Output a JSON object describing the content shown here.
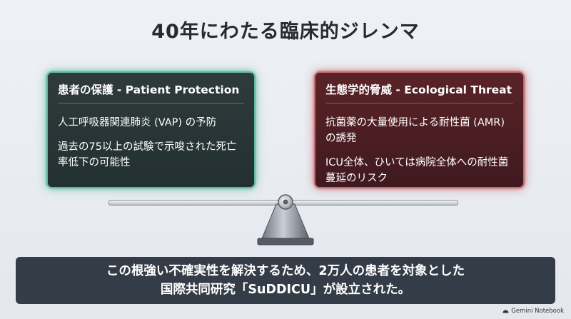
{
  "title": "40年にわたる臨床的ジレンマ",
  "left_panel": {
    "heading": "患者の保護 - Patient Protection",
    "items": [
      "人工呼吸器関連肺炎 (VAP) の予防",
      "過去の75以上の試験で示唆された死亡率低下の可能性"
    ],
    "accent_color": "#5fb8a4"
  },
  "right_panel": {
    "heading": "生態学的脅威 - Ecological Threat",
    "items": [
      "抗菌薬の大量使用による耐性菌 (AMR) の誘発",
      "ICU全体、ひいては病院全体への耐性菌蔓延のリスク"
    ],
    "accent_color": "#c46a6e"
  },
  "balance_scale": {
    "icon": "balance-scale-icon"
  },
  "banner": {
    "text": "この根強い不確実性を解決するため、2万人の患者を対象とした\n国際共同研究「SuDDICU」が設立された。"
  },
  "brand": {
    "label": "Gemini Notebook",
    "icon": "notebook-logo-icon"
  }
}
